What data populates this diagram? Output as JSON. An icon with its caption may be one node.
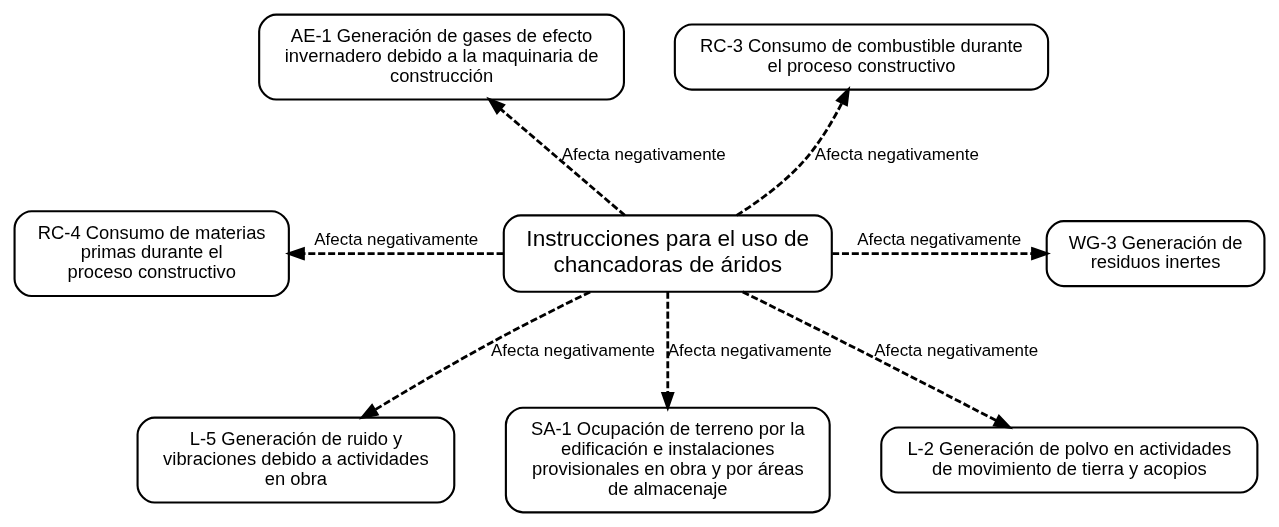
{
  "diagram": {
    "nodes": [
      {
        "text": [
          "Instrucciones para el uso de chancadoras de áridos"
        ]
      },
      {
        "text": [
          "AE-1 Generación de gases de efecto invernadero debido a la maquinaria de construcción"
        ]
      },
      {
        "text": [
          "RC-3 Consumo de combustible durante el proceso constructivo"
        ]
      },
      {
        "text": [
          "RC-4 Consumo de materias primas durante el proceso constructivo"
        ]
      },
      {
        "text": [
          "WG-3 Generación de residuos inertes"
        ]
      },
      {
        "text": [
          "L-5 Generación de ruido y vibraciones debido a actividades en obra"
        ]
      },
      {
        "text": [
          "SA-1 Ocupación de terreno por la edificación e instalaciones provisionales en obra y por áreas de almacenaje"
        ]
      },
      {
        "text": [
          "L-2 Generación de polvo en actividades de movimiento de tierra y acopios"
        ]
      }
    ],
    "edges": [
      {
        "from": 0,
        "to": 1,
        "arrow": "to",
        "label": "Afecta negativamente",
        "style": "dashed"
      },
      {
        "from": 0,
        "to": 2,
        "arrow": "to",
        "label": "Afecta negativamente",
        "style": "dashed"
      },
      {
        "from": 0,
        "to": 3,
        "arrow": "to",
        "label": "Afecta negativamente",
        "style": "dashed"
      },
      {
        "from": 0,
        "to": 4,
        "arrow": "to",
        "label": "Afecta negativamente",
        "style": "dashed"
      },
      {
        "from": 0,
        "to": 5,
        "arrow": "to",
        "label": "Afecta negativamente",
        "style": "dashed"
      },
      {
        "from": 0,
        "to": 6,
        "arrow": "to",
        "label": "Afecta negativamente",
        "style": "dashed"
      },
      {
        "from": 0,
        "to": 7,
        "arrow": "to",
        "label": "Afecta negativamente",
        "style": "dashed"
      }
    ]
  }
}
